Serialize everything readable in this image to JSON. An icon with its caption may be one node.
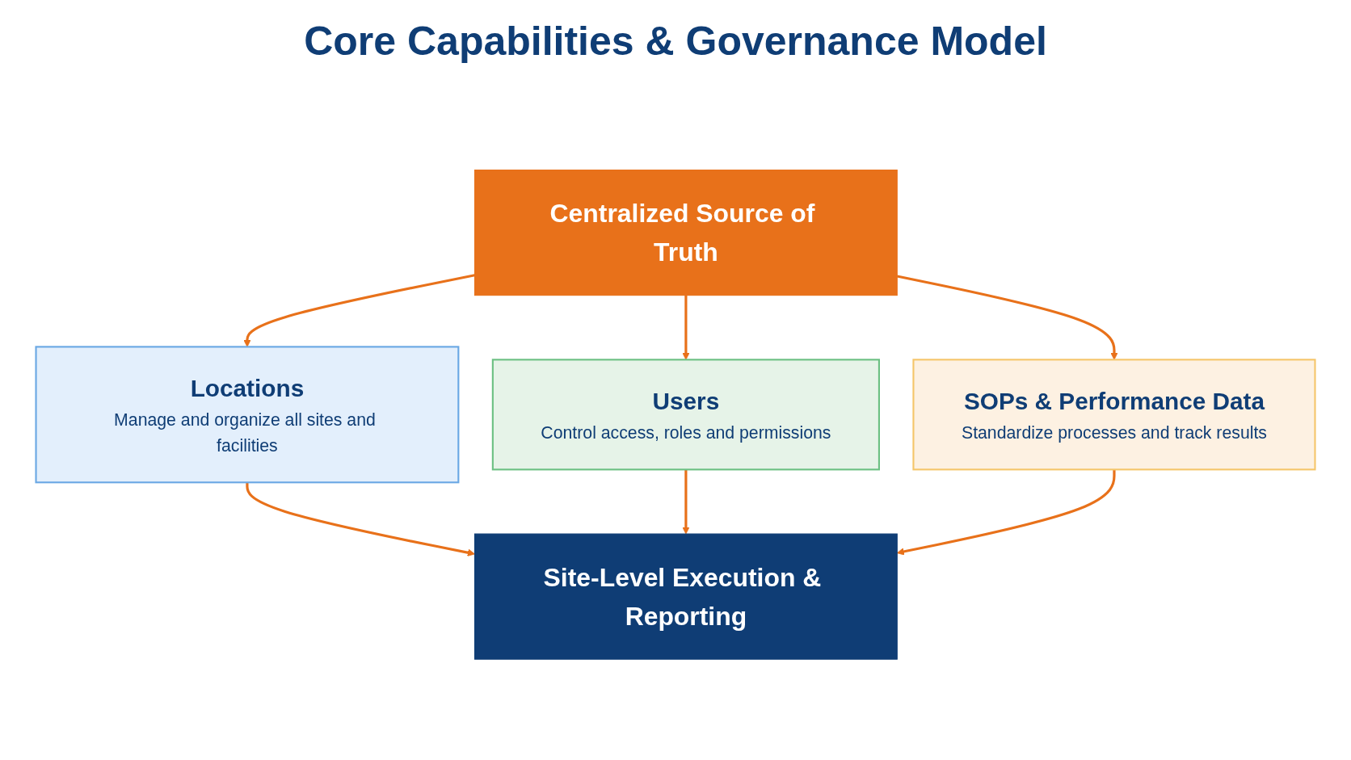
{
  "diagram": {
    "title": "Core Capabilities & Governance Model",
    "nodes": [
      {
        "text": [
          "Centralized Source of Truth"
        ]
      },
      {
        "text": [
          "Locations",
          "Manage and organize all sites and facilities"
        ]
      },
      {
        "text": [
          "Users",
          "Control access, roles and permissions"
        ]
      },
      {
        "text": [
          "SOPs & Performance Data",
          "Standardize processes and track results"
        ]
      },
      {
        "text": [
          "Site-Level Execution & Reporting"
        ]
      }
    ],
    "edges": [
      {
        "from": 0,
        "to": 1,
        "arrow": "to"
      },
      {
        "from": 0,
        "to": 2,
        "arrow": "to"
      },
      {
        "from": 0,
        "to": 3,
        "arrow": "to"
      },
      {
        "from": 1,
        "to": 4,
        "arrow": "to"
      },
      {
        "from": 2,
        "to": 4,
        "arrow": "to"
      },
      {
        "from": 3,
        "to": 4,
        "arrow": "to"
      }
    ]
  }
}
